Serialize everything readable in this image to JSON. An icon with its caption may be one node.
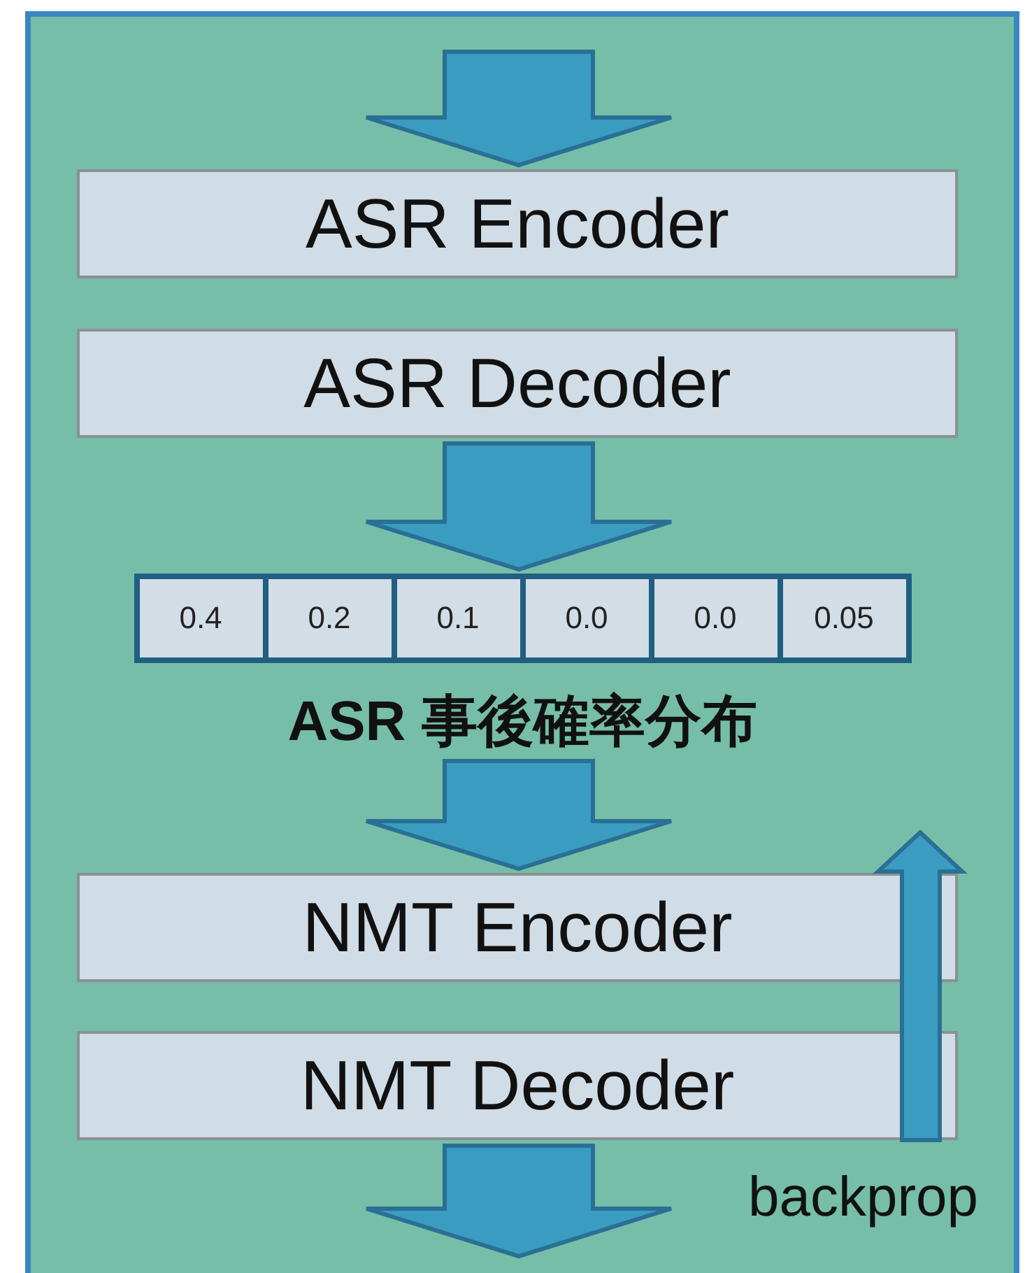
{
  "diagram": {
    "nodes": [
      {
        "text": [
          "ASR Encoder"
        ]
      },
      {
        "text": [
          "ASR Decoder"
        ]
      },
      {
        "text": [
          "0.4",
          "0.2",
          "0.1",
          "0.0",
          "0.0",
          "0.05"
        ],
        "beside": [
          "ASR 事後確率分布"
        ]
      },
      {
        "text": [
          "NMT Encoder"
        ]
      },
      {
        "text": [
          "NMT Decoder"
        ]
      }
    ],
    "edges": [
      {
        "from": null,
        "to": 0,
        "arrow": "to"
      },
      {
        "from": 1,
        "to": 2,
        "arrow": "to"
      },
      {
        "from": 2,
        "to": 3,
        "arrow": "to"
      },
      {
        "from": 4,
        "to": null,
        "arrow": "to"
      }
    ],
    "labels": [
      "backprop"
    ]
  }
}
